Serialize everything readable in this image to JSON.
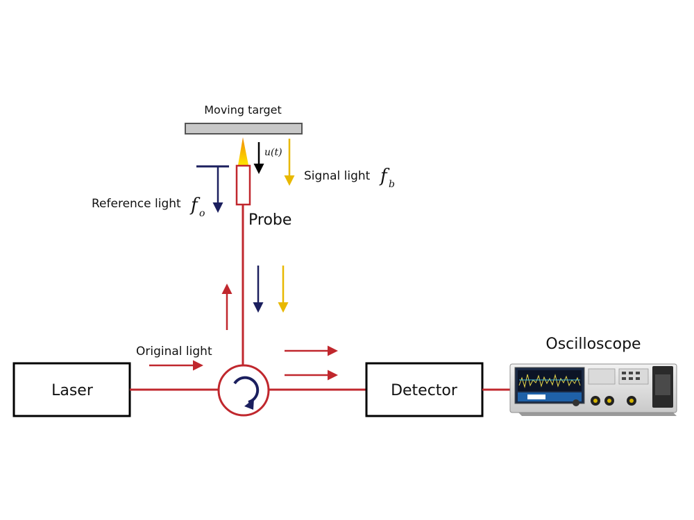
{
  "labels": {
    "moving_target": "Moving target",
    "velocity": "u(t)",
    "signal_light": "Signal light",
    "signal_freq_symbol": "f",
    "signal_freq_sub": "b",
    "reference_light": "Reference light",
    "reference_freq_symbol": "f",
    "reference_freq_sub": "o",
    "probe": "Probe",
    "original_light": "Original light",
    "laser": "Laser",
    "detector": "Detector",
    "oscilloscope": "Oscilloscope"
  },
  "colors": {
    "fiber_red": "#c0272d",
    "reference_blue": "#1b1f5e",
    "signal_yellow": "#e8b800",
    "target_gray": "#c8c8c8",
    "box_border": "#000000"
  },
  "icons": {
    "circulator": "circulator-icon",
    "oscilloscope": "oscilloscope-image"
  }
}
